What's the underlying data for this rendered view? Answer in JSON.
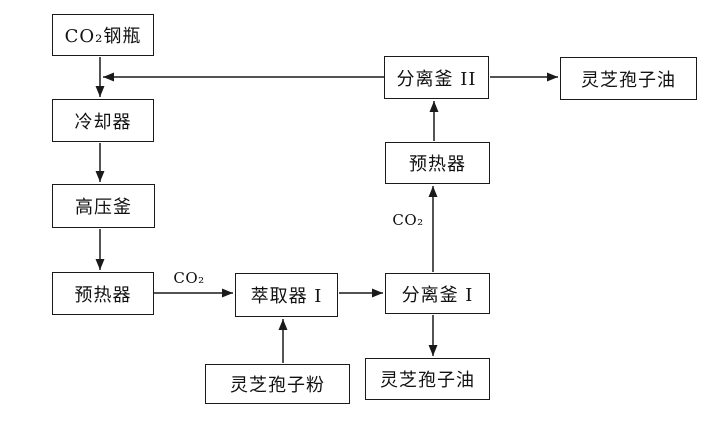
{
  "diagram": {
    "background_color": "#ffffff",
    "line_color": "#1a1a1a",
    "nodes": {
      "co2_cylinder": {
        "label": "CO₂钢瓶"
      },
      "cooler": {
        "label": "冷却器"
      },
      "high_pressure_vessel": {
        "label": "高压釜"
      },
      "preheater_left": {
        "label": "预热器"
      },
      "extractor_1": {
        "label": "萃取器 I"
      },
      "separator_1": {
        "label": "分离釜 I"
      },
      "preheater_right": {
        "label": "预热器"
      },
      "separator_2": {
        "label": "分离釜 II"
      },
      "spore_oil_top": {
        "label": "灵芝孢子油"
      },
      "spore_powder": {
        "label": "灵芝孢子粉"
      },
      "spore_oil_bottom": {
        "label": "灵芝孢子油"
      }
    },
    "edge_labels": {
      "co2_to_extractor": "CO₂",
      "co2_to_preheater": "CO₂"
    }
  }
}
